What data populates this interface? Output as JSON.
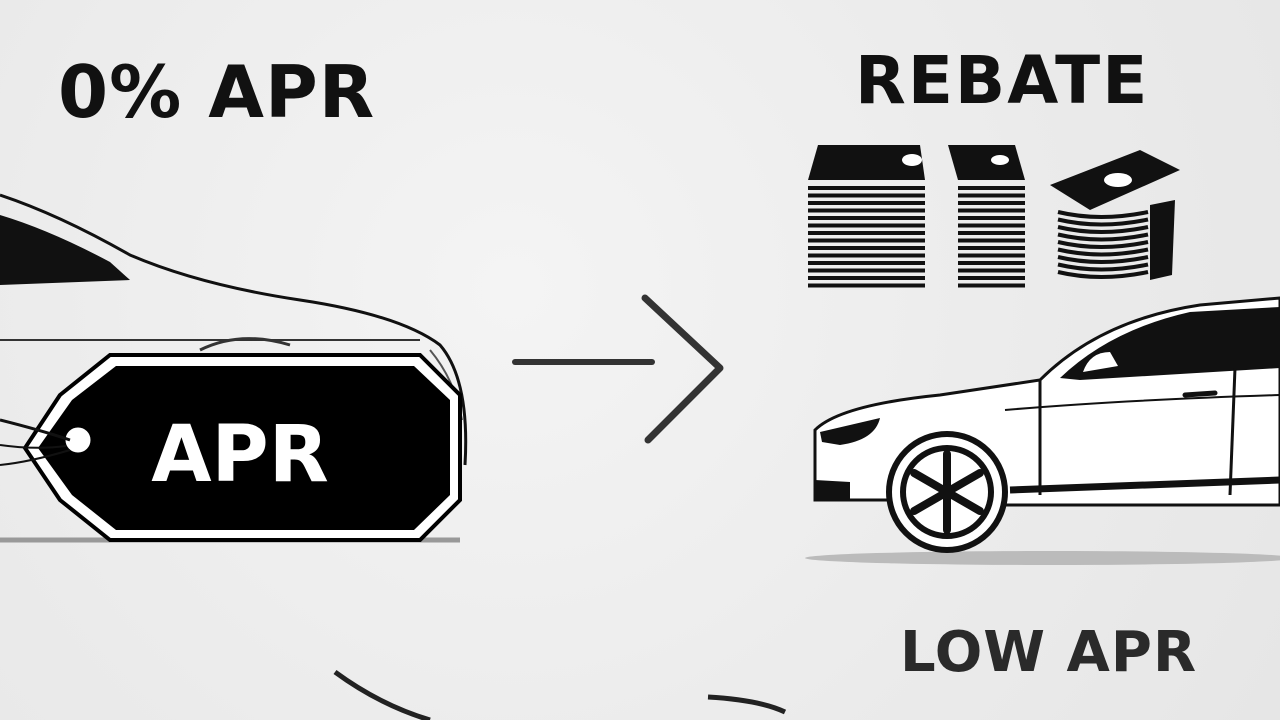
{
  "labels": {
    "zero_apr": "0% APR",
    "rebate": "REBATE",
    "tag_text": "APR",
    "low_apr": "LOW APR"
  },
  "colors": {
    "background": "#ececec",
    "ink": "#111111",
    "tag_fill": "#000000",
    "tag_text": "#ffffff"
  },
  "icons": {
    "left_car": "car-icon",
    "price_tag": "price-tag-icon",
    "arrow": "arrow-right-icon",
    "cash_stacks": "cash-stack-icon",
    "coin_stack": "coin-stack-icon",
    "right_car": "car-icon",
    "curve_arrow": "curved-arrow-icon"
  }
}
